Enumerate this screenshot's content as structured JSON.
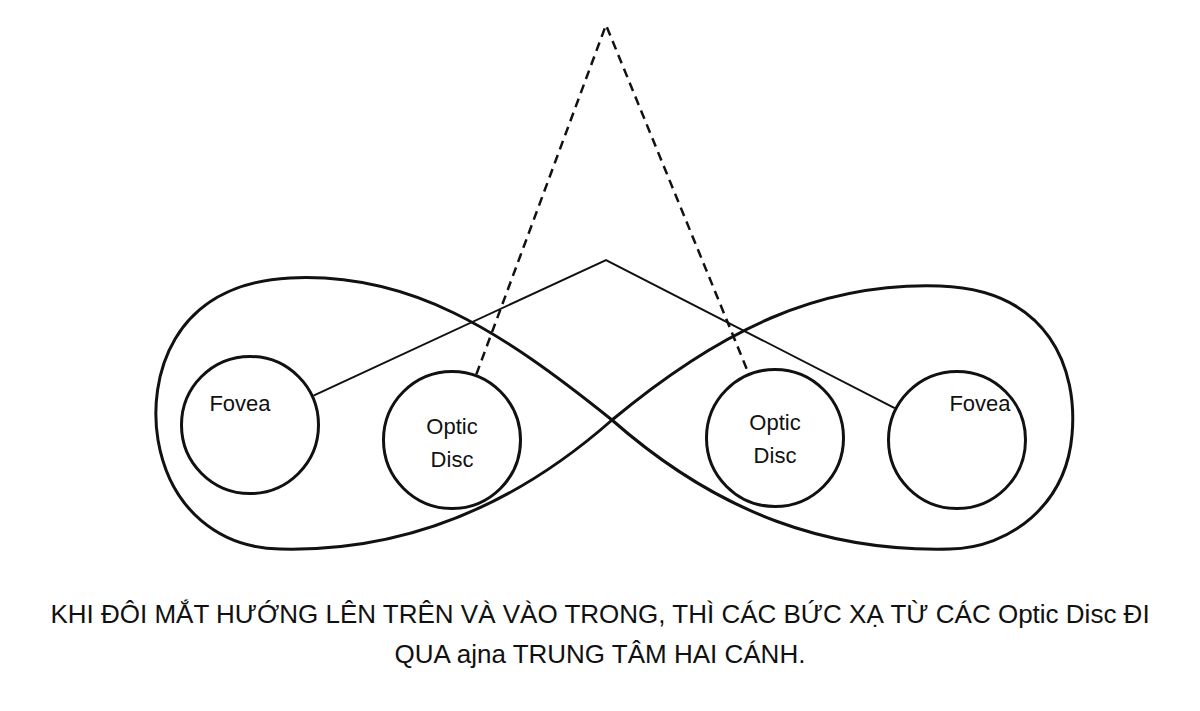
{
  "diagram": {
    "caption": "KHI ĐÔI MẮT HƯỚNG LÊN TRÊN VÀ VÀO TRONG, THÌ CÁC BỨC XẠ TỪ CÁC Optic Disc ĐI QUA ajna TRUNG TÂM HAI CÁNH.",
    "nodes": [
      {
        "text": [
          "Fovea"
        ]
      },
      {
        "text": [
          "Optic Disc"
        ]
      },
      {
        "text": [
          "Optic Disc"
        ]
      },
      {
        "text": [
          "Fovea"
        ]
      }
    ],
    "edges": [
      {
        "from": 0,
        "to": 3,
        "arrow": "none"
      },
      {
        "from": 1,
        "to": 2,
        "arrow": "none"
      }
    ]
  }
}
